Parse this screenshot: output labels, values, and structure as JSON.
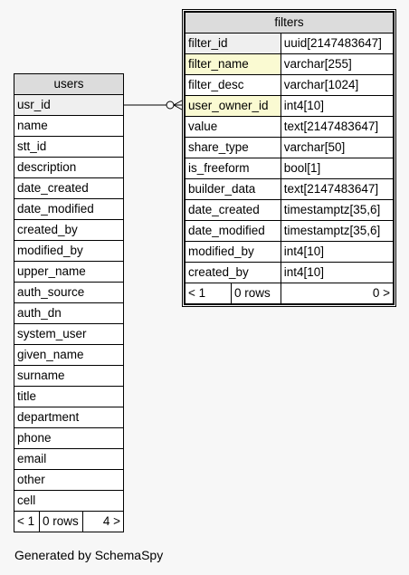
{
  "users": {
    "title": "users",
    "columns": [
      "usr_id",
      "name",
      "stt_id",
      "description",
      "date_created",
      "date_modified",
      "created_by",
      "modified_by",
      "upper_name",
      "auth_source",
      "auth_dn",
      "system_user",
      "given_name",
      "surname",
      "title",
      "department",
      "phone",
      "email",
      "other",
      "cell"
    ],
    "footer": {
      "left": "< 1",
      "mid": "0 rows",
      "right": "4 >"
    }
  },
  "filters": {
    "title": "filters",
    "columns": [
      {
        "name": "filter_id",
        "type": "uuid[2147483647]",
        "kind": "pk"
      },
      {
        "name": "filter_name",
        "type": "varchar[255]",
        "kind": "fk"
      },
      {
        "name": "filter_desc",
        "type": "varchar[1024]",
        "kind": ""
      },
      {
        "name": "user_owner_id",
        "type": "int4[10]",
        "kind": "fk"
      },
      {
        "name": "value",
        "type": "text[2147483647]",
        "kind": ""
      },
      {
        "name": "share_type",
        "type": "varchar[50]",
        "kind": ""
      },
      {
        "name": "is_freeform",
        "type": "bool[1]",
        "kind": ""
      },
      {
        "name": "builder_data",
        "type": "text[2147483647]",
        "kind": ""
      },
      {
        "name": "date_created",
        "type": "timestamptz[35,6]",
        "kind": ""
      },
      {
        "name": "date_modified",
        "type": "timestamptz[35,6]",
        "kind": ""
      },
      {
        "name": "modified_by",
        "type": "int4[10]",
        "kind": ""
      },
      {
        "name": "created_by",
        "type": "int4[10]",
        "kind": ""
      }
    ],
    "footer": {
      "left": "< 1",
      "mid": "0 rows",
      "right": "0 >"
    }
  },
  "generated_by": "Generated by SchemaSpy"
}
